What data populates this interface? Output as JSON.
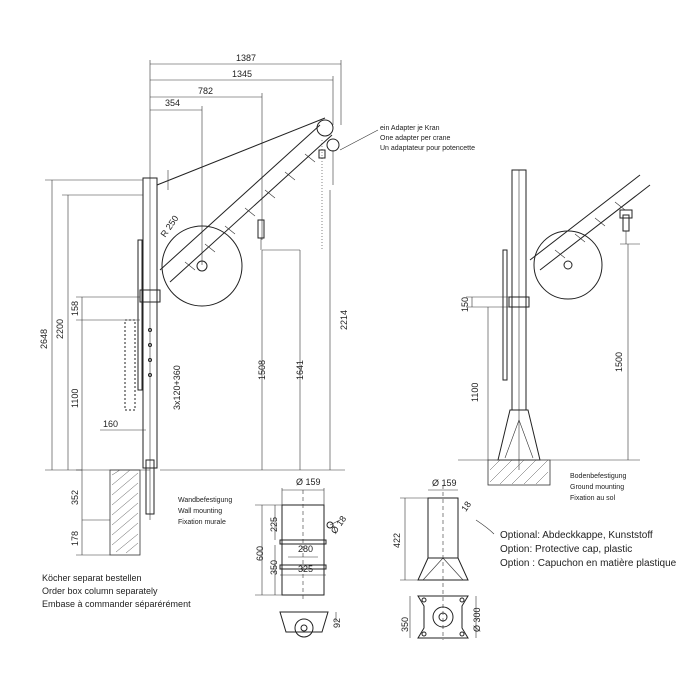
{
  "dimensions": {
    "d1387": "1387",
    "d1345": "1345",
    "d782": "782",
    "d354": "354",
    "r250": "R 250",
    "d2648": "2648",
    "d2200": "2200",
    "d158": "158",
    "d1100": "1100",
    "d160": "160",
    "d352": "352",
    "d178": "178",
    "holes": "3x120+360",
    "d1508": "1508",
    "d1641": "1641",
    "d2214": "2214",
    "d150": "150",
    "d1100b": "1100",
    "d1500": "1500",
    "phi159a": "Ø 159",
    "d225": "225",
    "d600": "600",
    "d350": "350",
    "d280": "280",
    "d325": "325",
    "phi18": "Ø 18",
    "d92": "92",
    "phi159b": "Ø 159",
    "d422": "422",
    "d350b": "350",
    "phi300": "Ø 300",
    "phi18b": "18"
  },
  "adapter_note": {
    "de": "ein Adapter je Kran",
    "en": "One adapter per crane",
    "fr": "Un adaptateur pour potencette"
  },
  "wall_note": {
    "de": "Wandbefestigung",
    "en": "Wall mounting",
    "fr": "Fixation murale"
  },
  "ground_note": {
    "de": "Bodenbefestigung",
    "en": "Ground mounting",
    "fr": "Fixation au sol"
  },
  "option_note": {
    "de": "Optional: Abdeckkappe, Kunststoff",
    "en": "Option: Protective cap, plastic",
    "fr": "Option : Capuchon en matière plastique"
  },
  "box_note": {
    "de": "Köcher separat bestellen",
    "en": "Order box column separately",
    "fr": "Embase à commander séparérément"
  }
}
